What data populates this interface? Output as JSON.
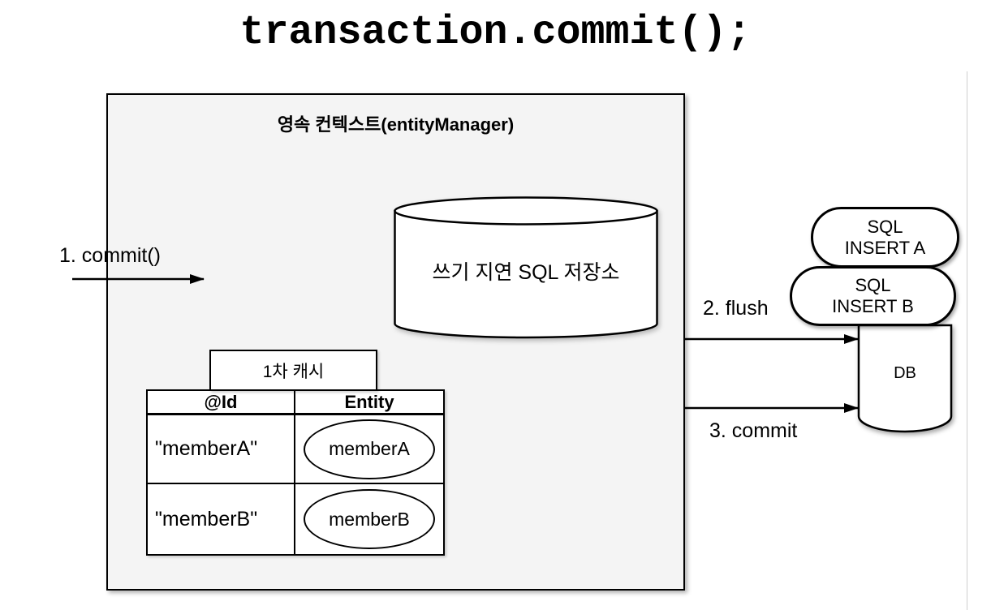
{
  "title": "transaction.commit();",
  "persistence_context": {
    "title": "영속 컨텍스트(entityManager)"
  },
  "sql_store": {
    "label": "쓰기 지연 SQL 저장소"
  },
  "first_level_cache": {
    "label": "1차 캐시",
    "columns": [
      "@Id",
      "Entity"
    ],
    "rows": [
      {
        "id": "\"memberA\"",
        "entity": "memberA"
      },
      {
        "id": "\"memberB\"",
        "entity": "memberB"
      }
    ]
  },
  "flow_labels": {
    "step1": "1. commit()",
    "step2": "2. flush",
    "step3": "3. commit"
  },
  "sql_statements": [
    {
      "line1": "SQL",
      "line2": "INSERT A"
    },
    {
      "line1": "SQL",
      "line2": "INSERT B"
    }
  ],
  "database": {
    "label": "DB"
  },
  "colors": {
    "context_fill": "#f4f4f4",
    "stroke": "#000000",
    "shape_fill": "#ffffff"
  }
}
